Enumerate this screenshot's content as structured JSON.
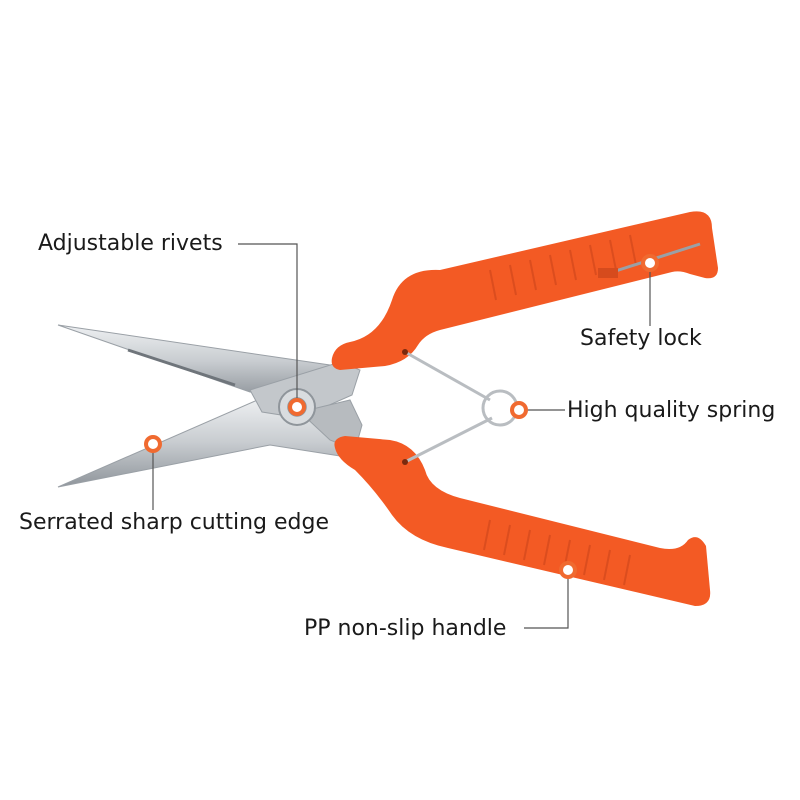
{
  "colors": {
    "handle": "#f35a24",
    "handle_dark": "#c9431a",
    "blade": "#c8ccd0",
    "blade_light": "#eef0f2",
    "blade_dark": "#8f959b",
    "spring": "#b9bdc1",
    "marker": "#f06a30",
    "leader_line": "#555555"
  },
  "callouts": {
    "adjustable_rivets": "Adjustable rivets",
    "safety_lock": "Safety lock",
    "high_quality_spring": "High quality spring",
    "serrated_edge": "Serrated sharp cutting edge",
    "pp_handle": "PP non-slip handle"
  }
}
